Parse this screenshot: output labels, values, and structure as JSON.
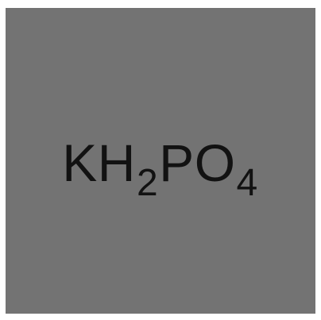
{
  "formula": {
    "parts": {
      "k": "K",
      "h": "H",
      "h_sub": "2",
      "p": "P",
      "o": "O",
      "o_sub": "4"
    }
  },
  "colors": {
    "background": "#737373",
    "text": "#121212",
    "frame": "#ffffff"
  }
}
